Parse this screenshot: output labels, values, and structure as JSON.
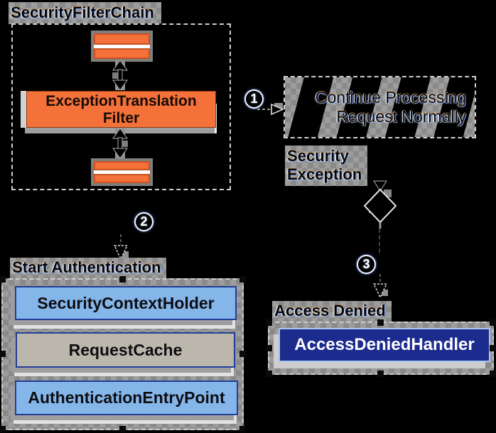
{
  "steps": {
    "one": "1",
    "two": "2",
    "three": "3"
  },
  "security_filter_chain": {
    "label": "SecurityFilterChain",
    "filter": {
      "line1": "ExceptionTranslation",
      "line2": "Filter"
    }
  },
  "continue_processing": {
    "line1": "Continue Processing",
    "line2": "Request Normally"
  },
  "security_exception": {
    "line1": "Security",
    "line2": "Exception"
  },
  "start_authentication": {
    "label": "Start Authentication",
    "items": [
      {
        "label": "SecurityContextHolder"
      },
      {
        "label": "RequestCache"
      },
      {
        "label": "AuthenticationEntryPoint"
      }
    ]
  },
  "access_denied": {
    "label": "Access Denied",
    "handler": "AccessDeniedHandler"
  },
  "icons": {
    "filter_stack": "stacked-orange-filter-bars",
    "double_arrow": "double-headed-vertical-arrow",
    "flow_arrowhead": "open-triangle-arrowhead",
    "decision": "decision-diamond",
    "selection_handle": "black-square-resize-handle"
  },
  "colors": {
    "orange": "#F4713A",
    "orange_border": "#C8521F",
    "etf_border": "#8A3A10",
    "gray_plate": "#7F7F7F",
    "light_blue": "#85B6EA",
    "blue_border": "#233E99",
    "beige": "#BCB7AC",
    "navy": "#1C2B8E",
    "navy_border": "#A8C8EE",
    "shadow": "#9E9E9E",
    "shadow_light": "#E2E2E2",
    "checker_dark": "#8A8A8A",
    "checker_light": "#9D9D9D",
    "dash_border": "#CFCFCF"
  }
}
